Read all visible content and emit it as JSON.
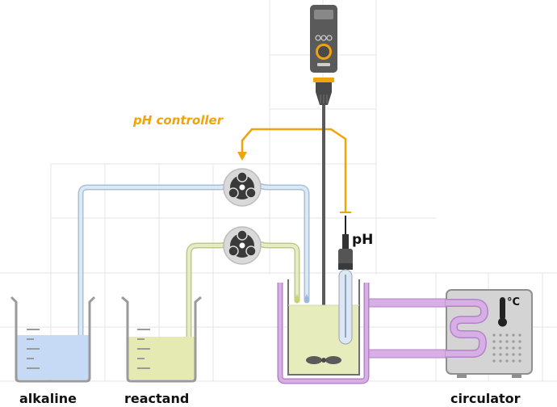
{
  "labels": {
    "ph_controller": "pH controller",
    "ph": "pH",
    "celsius": "°C",
    "alkaline": "alkaline",
    "reactand": "reactand",
    "circulator": "circulator"
  },
  "colors": {
    "controller_line": "#f0a30a",
    "alkaline_tube": "#c9dcef",
    "reactand_tube": "#dbe4b0",
    "alkaline_liquid": "#c6d9f5",
    "reactand_liquid": "#e4eab2",
    "reactor_liquid": "#e7ecbc",
    "heating_jacket": "#d8aee6",
    "grid": "#e6e6e6"
  },
  "icons": {
    "pump": "peristaltic-pump-icon",
    "stirrer": "overhead-stirrer-icon",
    "thermometer": "thermometer-icon",
    "electrode": "ph-electrode-icon"
  }
}
